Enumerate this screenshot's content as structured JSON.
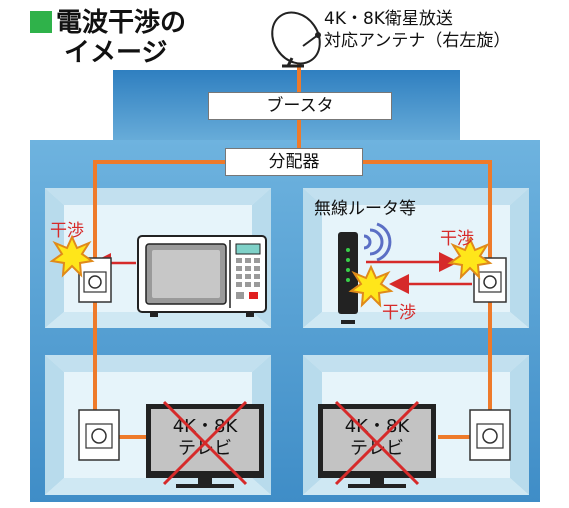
{
  "title": {
    "line1": "電波干渉の",
    "line2": "イメージ"
  },
  "antenna_label": {
    "line1": "4K・8K衛星放送",
    "line2": "対応アンテナ（右左旋）"
  },
  "booster_label": "ブースタ",
  "splitter_label": "分配器",
  "router_label": "無線ルータ等",
  "interference_label": "干渉",
  "tv_label": {
    "line1": "4K・8K",
    "line2": "テレビ"
  },
  "colors": {
    "house": "#3e8cc8",
    "room": "#d5ecf6",
    "cable": "#ee7a2a",
    "accent_green": "#2fb24a",
    "interference_red": "#d62a2a",
    "spark": "#ffe61a"
  },
  "icons": [
    "satellite-dish-icon",
    "microwave-icon",
    "wifi-router-icon",
    "tv-icon",
    "wall-outlet-icon",
    "interference-spark-icon",
    "cross-mark-icon"
  ]
}
